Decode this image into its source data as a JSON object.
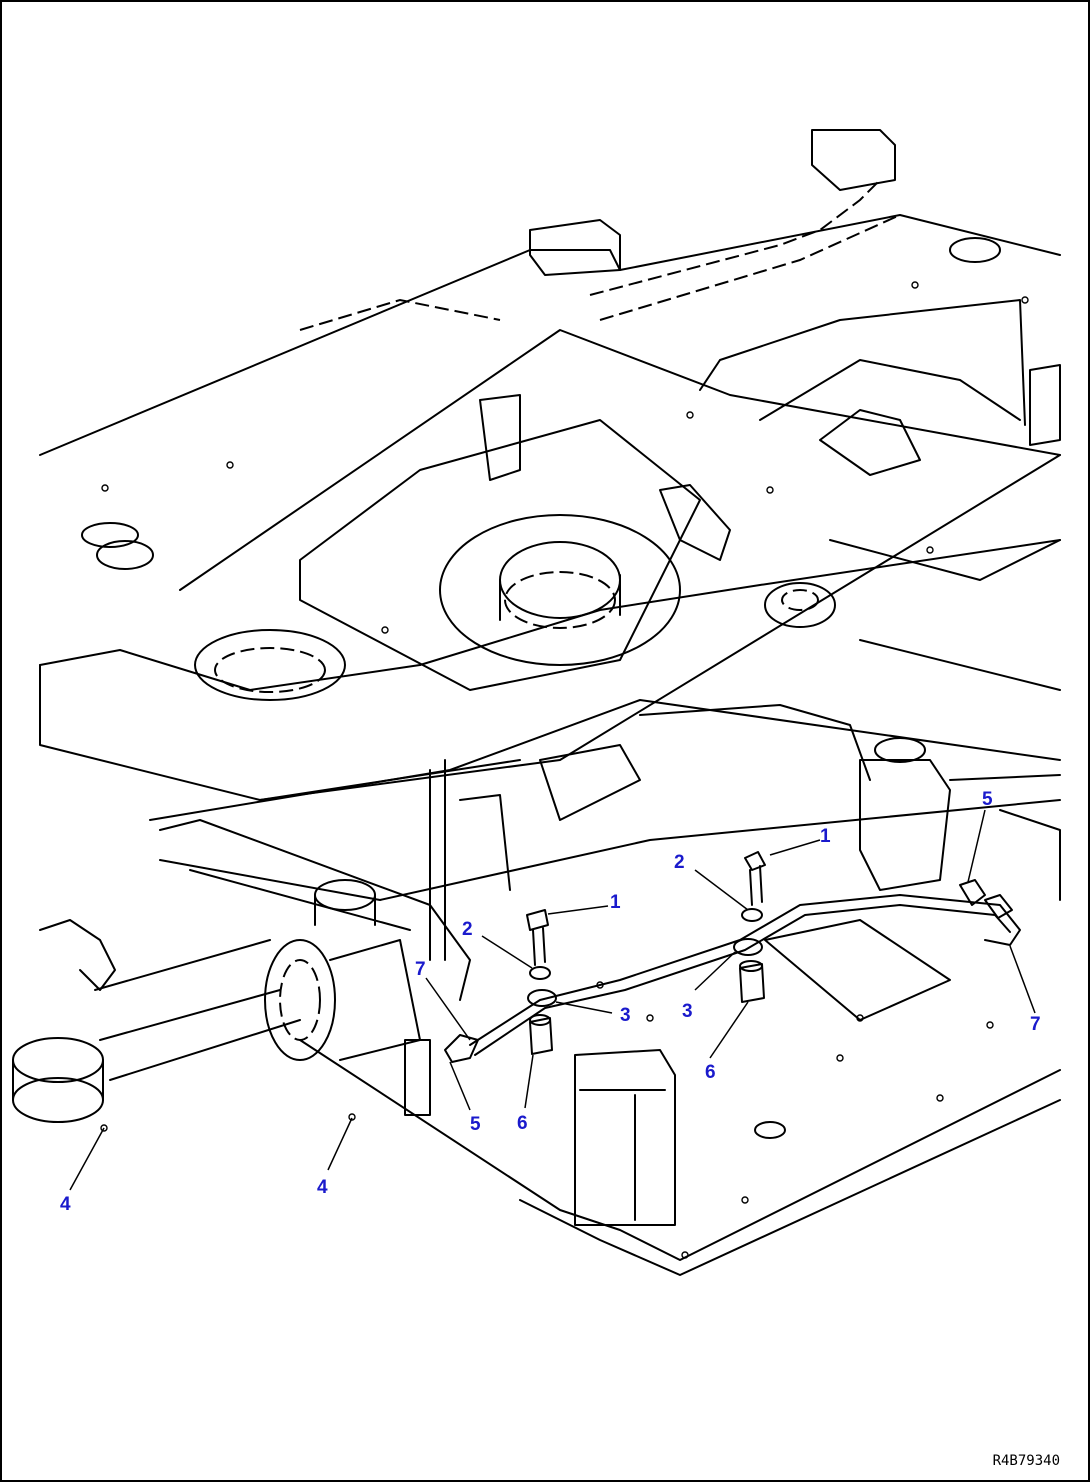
{
  "drawing": {
    "code": "R4B79340",
    "callout_color": "#1a1acc",
    "line_color": "#000000",
    "background": "#ffffff"
  },
  "callouts": [
    {
      "label": "1"
    },
    {
      "label": "1"
    },
    {
      "label": "2"
    },
    {
      "label": "2"
    },
    {
      "label": "3"
    },
    {
      "label": "3"
    },
    {
      "label": "4"
    },
    {
      "label": "4"
    },
    {
      "label": "5"
    },
    {
      "label": "5"
    },
    {
      "label": "6"
    },
    {
      "label": "6"
    },
    {
      "label": "7"
    },
    {
      "label": "7"
    }
  ]
}
